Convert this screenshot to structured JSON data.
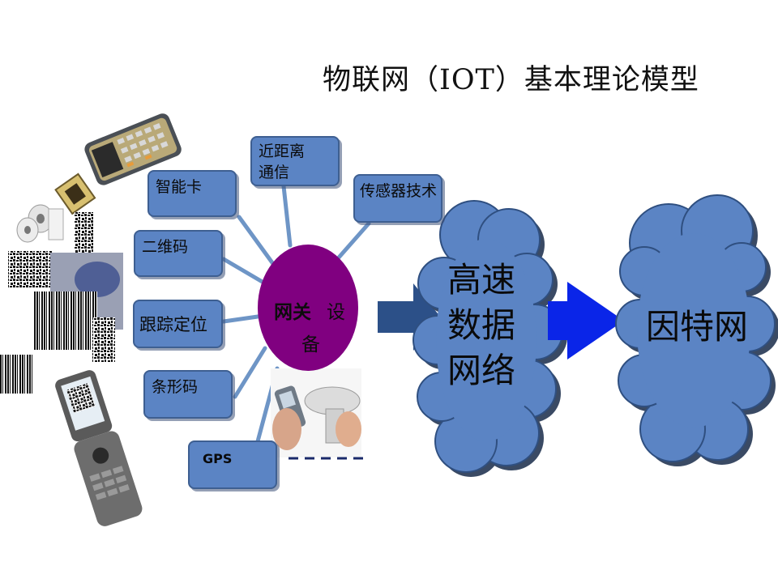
{
  "title": "物联网（IOT）基本理论模型",
  "sources": {
    "nfc_line1": "近距离",
    "nfc_line2": "通信",
    "smartcard": "智能卡",
    "sensor": "传感器技术",
    "qrcode": "二维码",
    "tracking": "跟踪定位",
    "barcode": "条形码",
    "gps": "GPS"
  },
  "gateway": {
    "part1": "网关",
    "part2": "设",
    "part3": "备"
  },
  "network_cloud": {
    "line1": "高速",
    "line2": "数据",
    "line3": "网络"
  },
  "internet_cloud": {
    "label": "因特网"
  },
  "colors": {
    "box_fill": "#5b84c4",
    "hub_fill": "#800080",
    "connector": "#6e95c6",
    "arrow_dark": "#2c5088",
    "arrow_bright": "#0a25e8"
  }
}
